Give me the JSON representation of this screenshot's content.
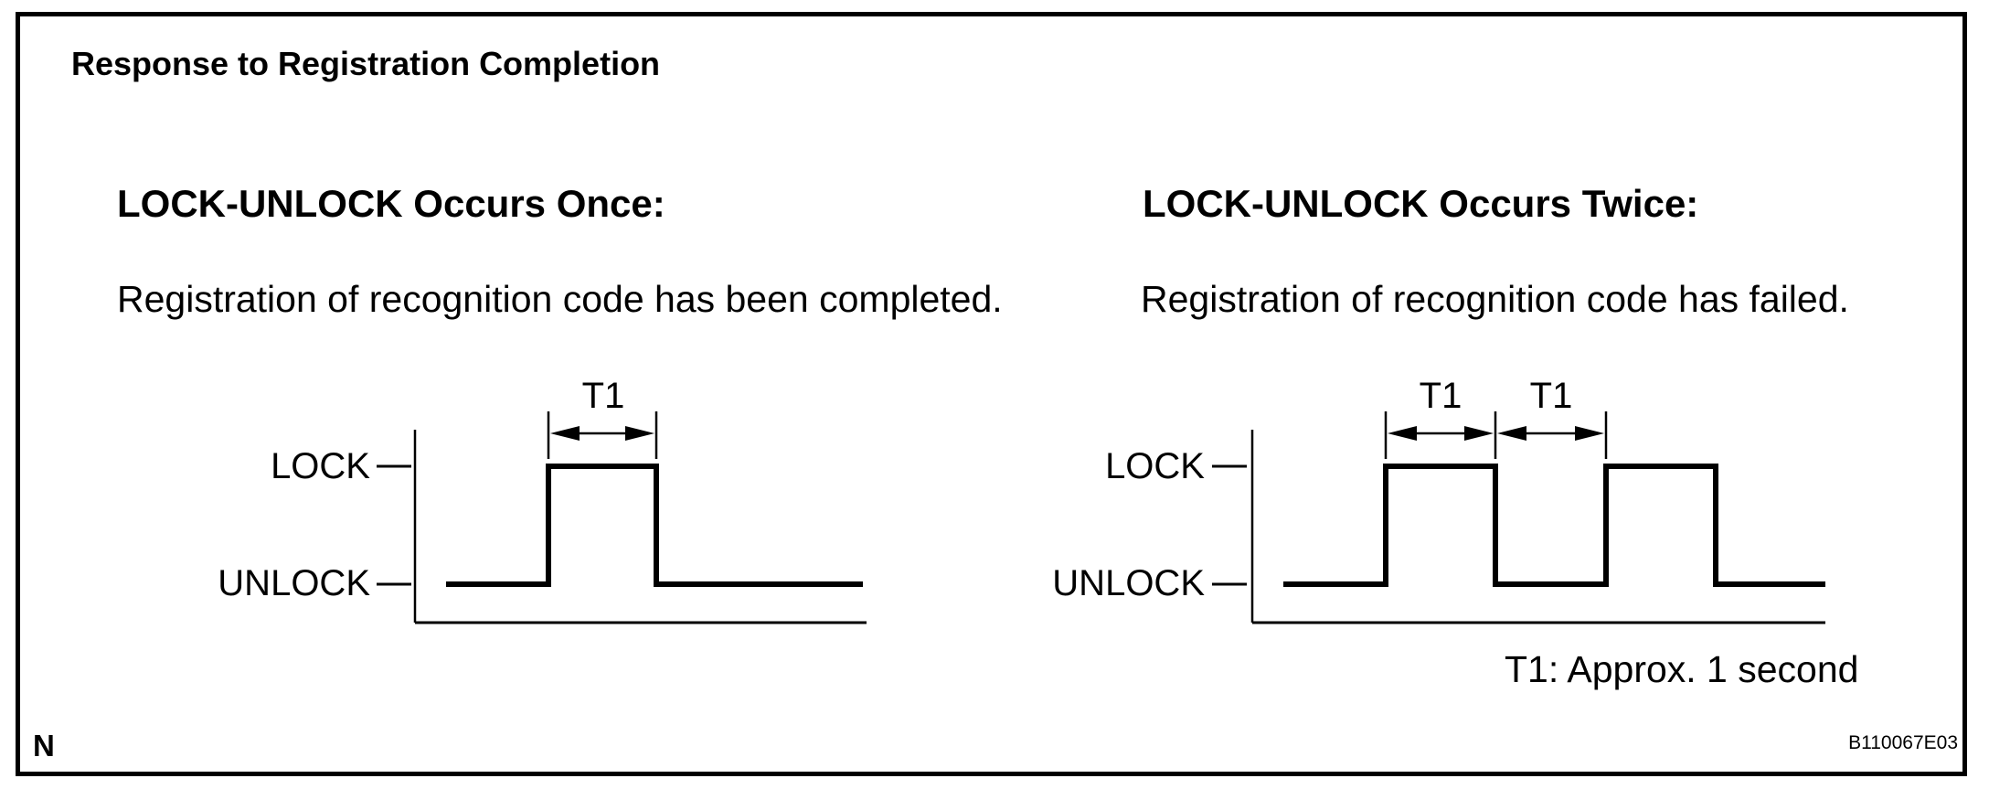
{
  "figure": {
    "title": "Response to Registration Completion",
    "note": "T1: Approx. 1 second",
    "page_letter": "N",
    "figure_code": "B110067E03"
  },
  "panels": [
    {
      "id": "once",
      "heading": "LOCK-UNLOCK Occurs Once:",
      "description": "Registration of recognition code has been completed.",
      "pulses": 1,
      "t1_labels": [
        "T1"
      ]
    },
    {
      "id": "twice",
      "heading": "LOCK-UNLOCK Occurs Twice:",
      "description": "Registration of recognition code has failed.",
      "pulses": 2,
      "t1_labels": [
        "T1",
        "T1"
      ]
    }
  ],
  "waveform": {
    "high_label": "LOCK",
    "low_label": "UNLOCK",
    "interval_label": "T1",
    "states": [
      "UNLOCK",
      "LOCK"
    ],
    "t1_duration": "Approx. 1 second"
  },
  "colors": {
    "ink": "#000000",
    "background": "#ffffff"
  }
}
